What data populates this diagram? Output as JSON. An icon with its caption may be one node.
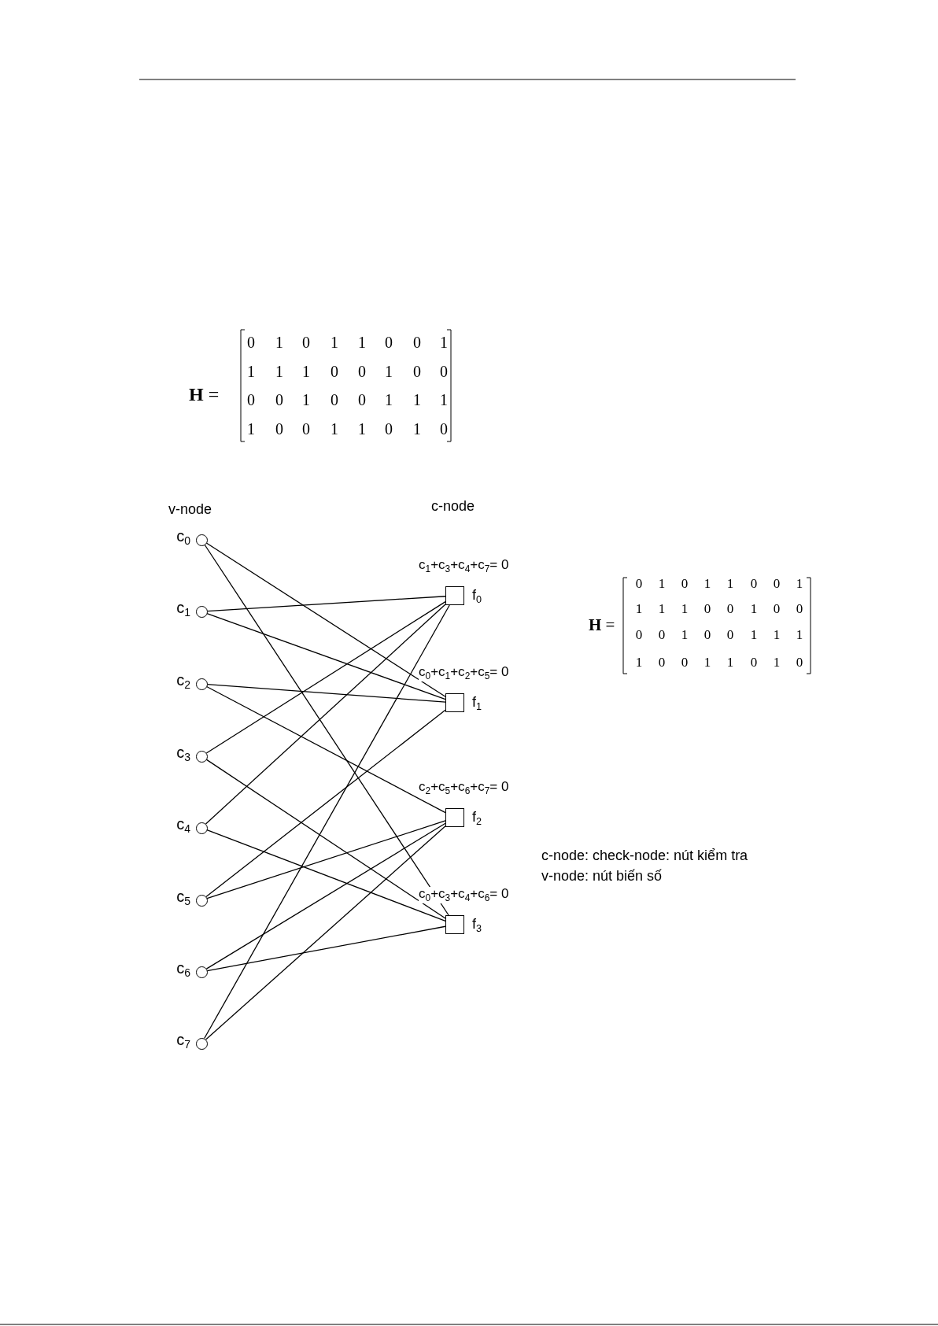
{
  "diagram": {
    "nodes": [
      {
        "text": [],
        "shape": "circle",
        "beside": [
          "c$_{0}$"
        ]
      },
      {
        "text": [],
        "shape": "circle",
        "beside": [
          "c$_{1}$"
        ]
      },
      {
        "text": [],
        "shape": "circle",
        "beside": [
          "c$_{2}$"
        ]
      },
      {
        "text": [],
        "shape": "circle",
        "beside": [
          "c$_{3}$"
        ]
      },
      {
        "text": [],
        "shape": "circle",
        "beside": [
          "c$_{4}$"
        ]
      },
      {
        "text": [],
        "shape": "circle",
        "beside": [
          "c$_{5}$"
        ]
      },
      {
        "text": [],
        "shape": "circle",
        "beside": [
          "c$_{6}$"
        ]
      },
      {
        "text": [],
        "shape": "circle",
        "beside": [
          "c$_{7}$"
        ]
      },
      {
        "text": [],
        "shape": "box",
        "beside": [
          "c$_{1}$+c$_{3}$+c$_{4}$+c$_{7}$= 0",
          "f$_{0}$"
        ]
      },
      {
        "text": [],
        "shape": "box",
        "beside": [
          "c$_{0}$+c$_{1}$+c$_{2}$+c$_{5}$= 0",
          "f$_{1}$"
        ]
      },
      {
        "text": [],
        "shape": "box",
        "beside": [
          "c$_{2}$+c$_{5}$+c$_{6}$+c$_{7}$= 0",
          "f$_{2}$"
        ]
      },
      {
        "text": [],
        "shape": "box",
        "beside": [
          "c$_{0}$+c$_{3}$+c$_{4}$+c$_{6}$= 0",
          "f$_{3}$"
        ]
      }
    ],
    "edges": [
      {
        "from": 1,
        "to": 8,
        "arrow": "none"
      },
      {
        "from": 3,
        "to": 8,
        "arrow": "none"
      },
      {
        "from": 4,
        "to": 8,
        "arrow": "none"
      },
      {
        "from": 7,
        "to": 8,
        "arrow": "none"
      },
      {
        "from": 0,
        "to": 9,
        "arrow": "none"
      },
      {
        "from": 1,
        "to": 9,
        "arrow": "none"
      },
      {
        "from": 2,
        "to": 9,
        "arrow": "none"
      },
      {
        "from": 5,
        "to": 9,
        "arrow": "none"
      },
      {
        "from": 2,
        "to": 10,
        "arrow": "none"
      },
      {
        "from": 5,
        "to": 10,
        "arrow": "none"
      },
      {
        "from": 6,
        "to": 10,
        "arrow": "none"
      },
      {
        "from": 7,
        "to": 10,
        "arrow": "none"
      },
      {
        "from": 0,
        "to": 11,
        "arrow": "none"
      },
      {
        "from": 3,
        "to": 11,
        "arrow": "none"
      },
      {
        "from": 4,
        "to": 11,
        "arrow": "none"
      },
      {
        "from": 6,
        "to": 11,
        "arrow": "none"
      }
    ],
    "labels": [
      "**H** =",
      "0",
      "1",
      "0",
      "1",
      "1",
      "0",
      "0",
      "1",
      "1",
      "1",
      "1",
      "0",
      "0",
      "1",
      "0",
      "0",
      "0",
      "0",
      "1",
      "0",
      "0",
      "1",
      "1",
      "1",
      "1",
      "0",
      "0",
      "1",
      "1",
      "0",
      "1",
      "0",
      "v-node",
      "c-node",
      "**H** =",
      "0",
      "1",
      "0",
      "1",
      "1",
      "0",
      "0",
      "1",
      "1",
      "1",
      "1",
      "0",
      "0",
      "1",
      "0",
      "0",
      "0",
      "0",
      "1",
      "0",
      "0",
      "1",
      "1",
      "1",
      "1",
      "0",
      "0",
      "1",
      "1",
      "0",
      "1",
      "0",
      "c-node: check-node: nút kiểm tra",
      "v-node: nút biến số"
    ]
  }
}
